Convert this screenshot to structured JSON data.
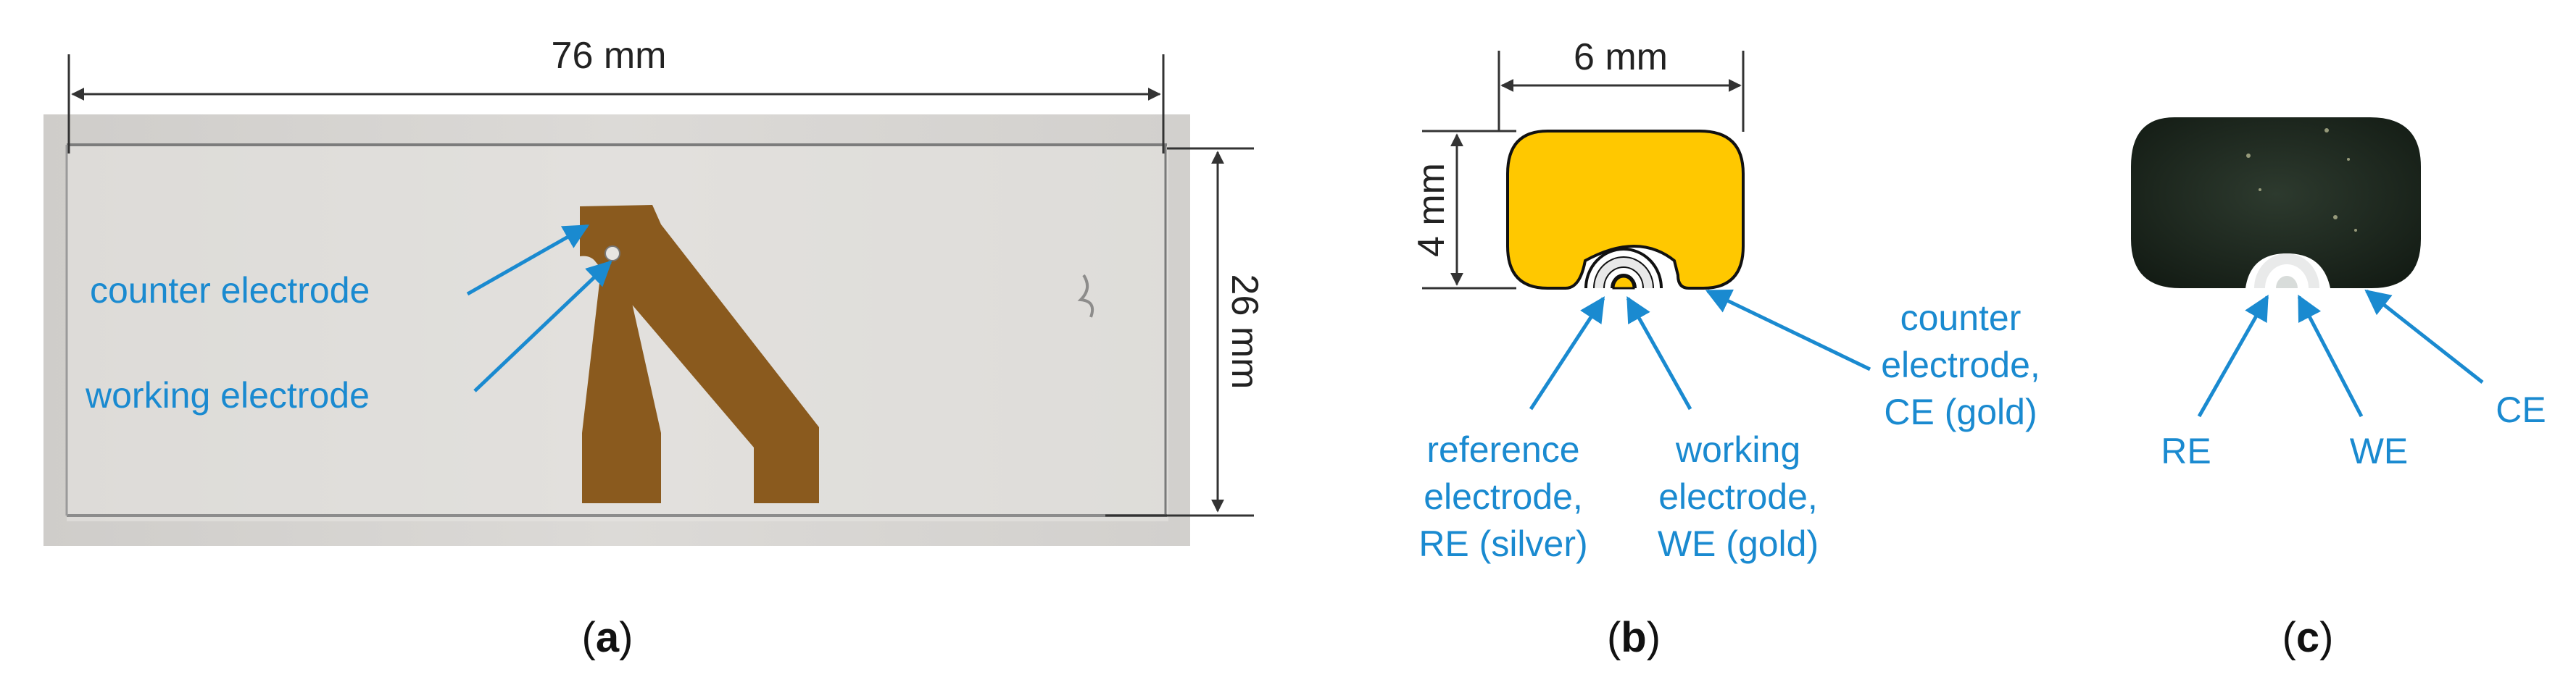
{
  "panel_a": {
    "caption_open": "(",
    "caption_letter": "a",
    "caption_close": ")",
    "width_label": "76 mm",
    "height_label": "26 mm",
    "counter_label": "counter electrode",
    "working_label": "working electrode"
  },
  "panel_b": {
    "caption_open": "(",
    "caption_letter": "b",
    "caption_close": ")",
    "width_label": "6 mm",
    "height_label": "4 mm",
    "re_label_line1": "reference",
    "re_label_line2": "electrode,",
    "re_label_line3": "RE (silver)",
    "we_label_line1": "working",
    "we_label_line2": "electrode,",
    "we_label_line3": "WE (gold)",
    "ce_label_line1": "counter",
    "ce_label_line2": "electrode,",
    "ce_label_line3": "CE (gold)"
  },
  "panel_c": {
    "caption_open": "(",
    "caption_letter": "c",
    "caption_close": ")",
    "re_label": "RE",
    "we_label": "WE",
    "ce_label": "CE"
  },
  "colors": {
    "annotation": "#1a8ad0",
    "gold_electrode": "#ffc800",
    "printed_electrode": "#8a5a1e",
    "glass_slide": "#dedad6",
    "sensor_dark": "#1f2b21"
  }
}
